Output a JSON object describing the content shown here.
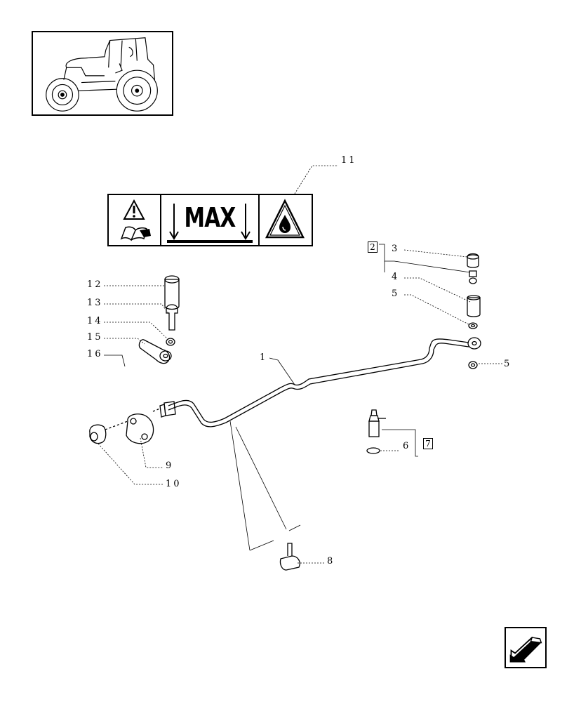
{
  "decal": {
    "max_label": "MAX"
  },
  "callouts": {
    "c1": "1",
    "c2": "2",
    "c3": "3",
    "c4": "4",
    "c5a": "5",
    "c5b": "5",
    "c6": "6",
    "c7": "7",
    "c8": "8",
    "c9": "9",
    "c10": "10",
    "c11": "11",
    "c12": "12",
    "c13": "13",
    "c14": "14",
    "c15": "15",
    "c16": "16"
  },
  "icons": {
    "thumbnail": "tractor-illustration",
    "decal_left": "warning-read-manual-icon",
    "decal_right": "oil-drop-warning-icon",
    "nav": "back-arrow-icon"
  }
}
